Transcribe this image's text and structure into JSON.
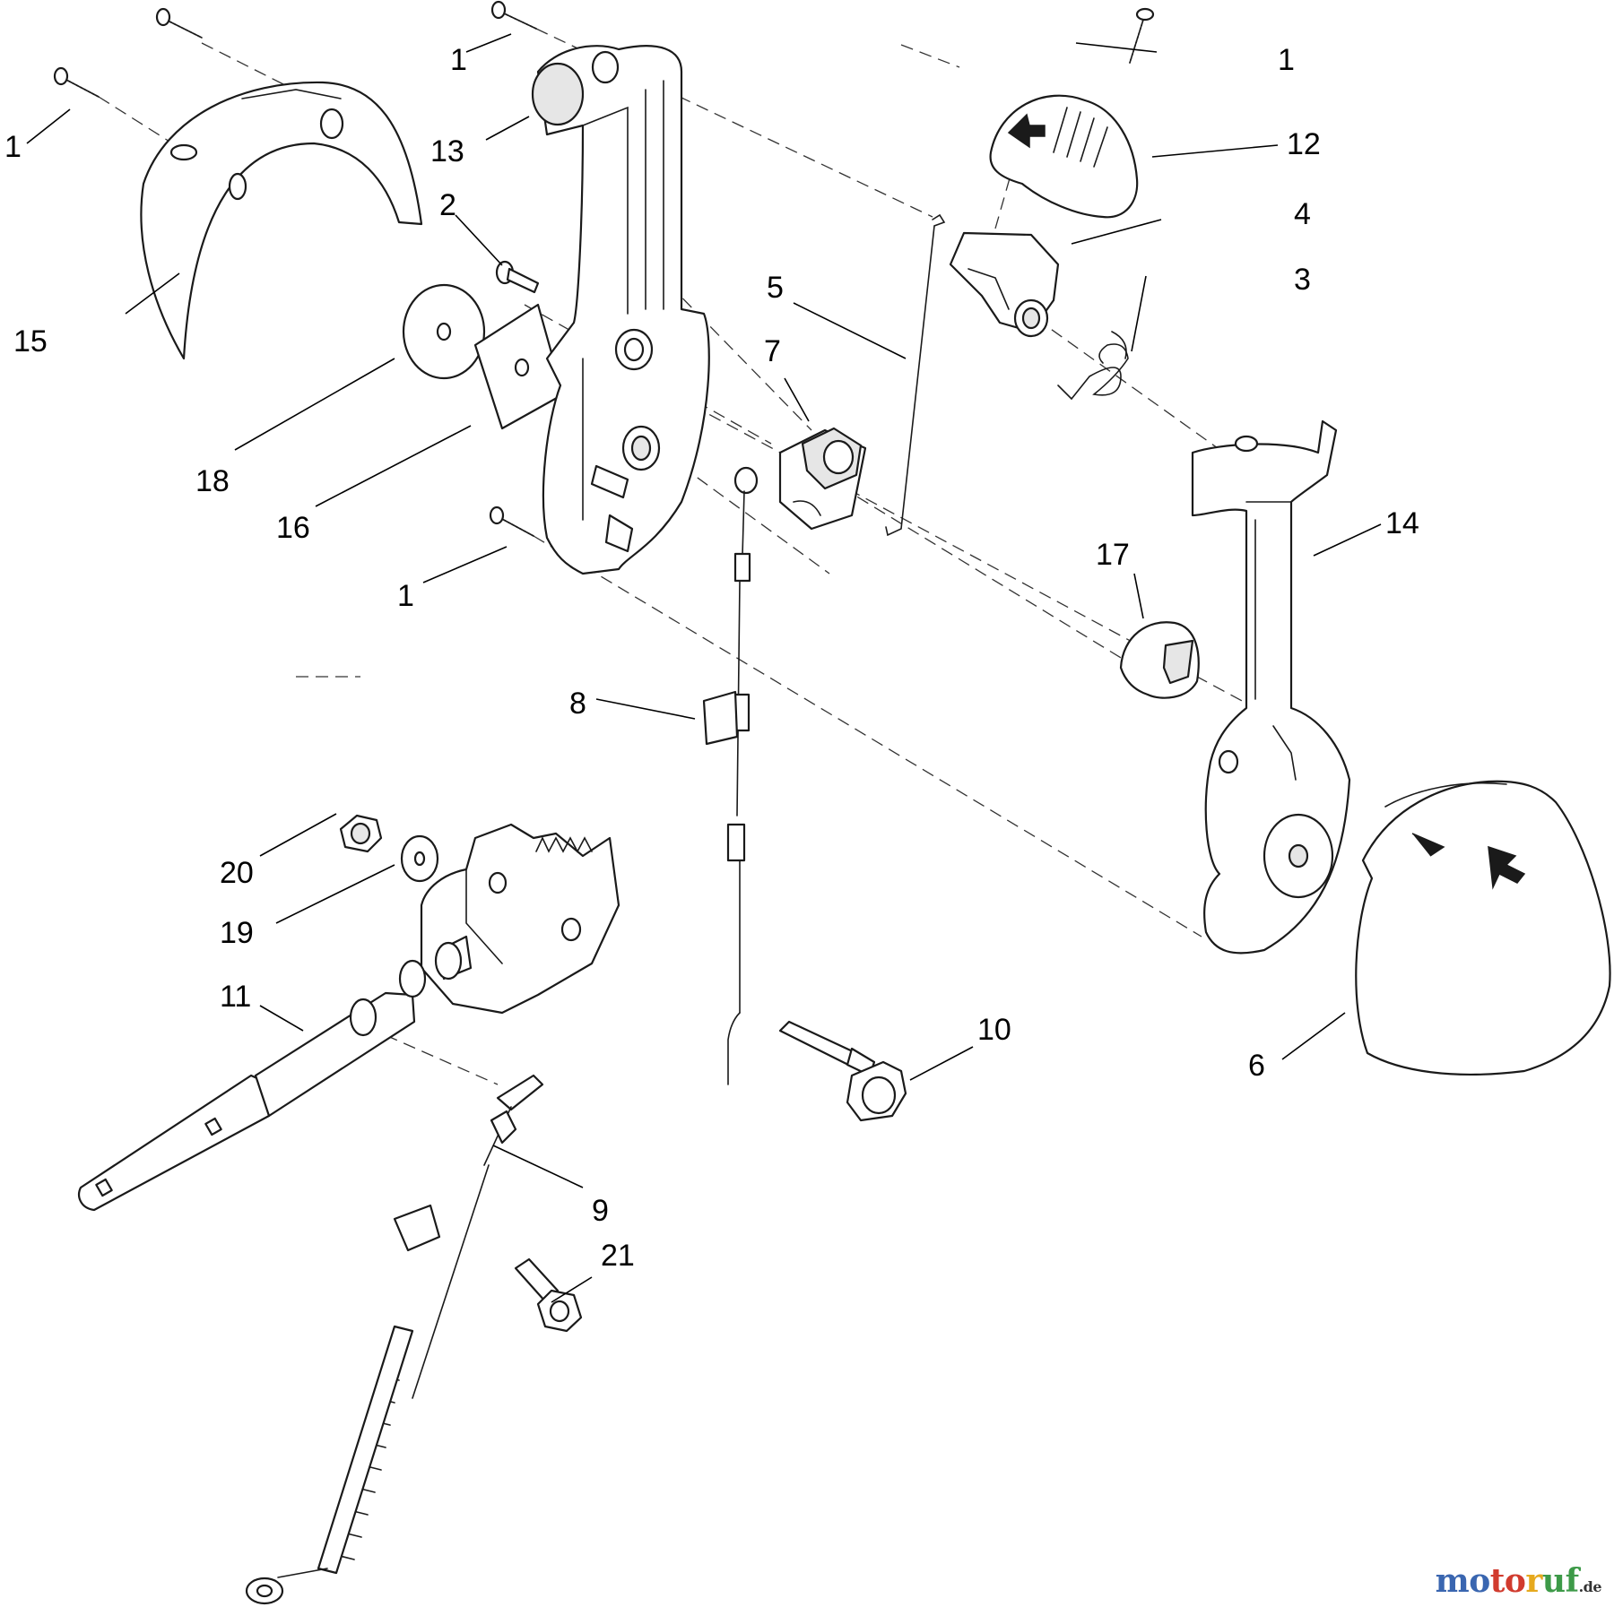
{
  "diagram": {
    "callouts": [
      {
        "id": "c1a",
        "label": "1"
      },
      {
        "id": "c1b",
        "label": "1"
      },
      {
        "id": "c1c",
        "label": "1"
      },
      {
        "id": "c1d",
        "label": "1"
      },
      {
        "id": "c2",
        "label": "2"
      },
      {
        "id": "c3",
        "label": "3"
      },
      {
        "id": "c4",
        "label": "4"
      },
      {
        "id": "c5",
        "label": "5"
      },
      {
        "id": "c6",
        "label": "6"
      },
      {
        "id": "c7",
        "label": "7"
      },
      {
        "id": "c8",
        "label": "8"
      },
      {
        "id": "c9",
        "label": "9"
      },
      {
        "id": "c10",
        "label": "10"
      },
      {
        "id": "c11",
        "label": "11"
      },
      {
        "id": "c12",
        "label": "12"
      },
      {
        "id": "c13",
        "label": "13"
      },
      {
        "id": "c14",
        "label": "14"
      },
      {
        "id": "c15",
        "label": "15"
      },
      {
        "id": "c16",
        "label": "16"
      },
      {
        "id": "c17",
        "label": "17"
      },
      {
        "id": "c18",
        "label": "18"
      },
      {
        "id": "c19",
        "label": "19"
      },
      {
        "id": "c20",
        "label": "20"
      },
      {
        "id": "c21",
        "label": "21"
      }
    ]
  },
  "watermark": {
    "p1": "mo",
    "p2": "to",
    "p3": "r",
    "p4": "uf",
    "p5": ".de"
  }
}
